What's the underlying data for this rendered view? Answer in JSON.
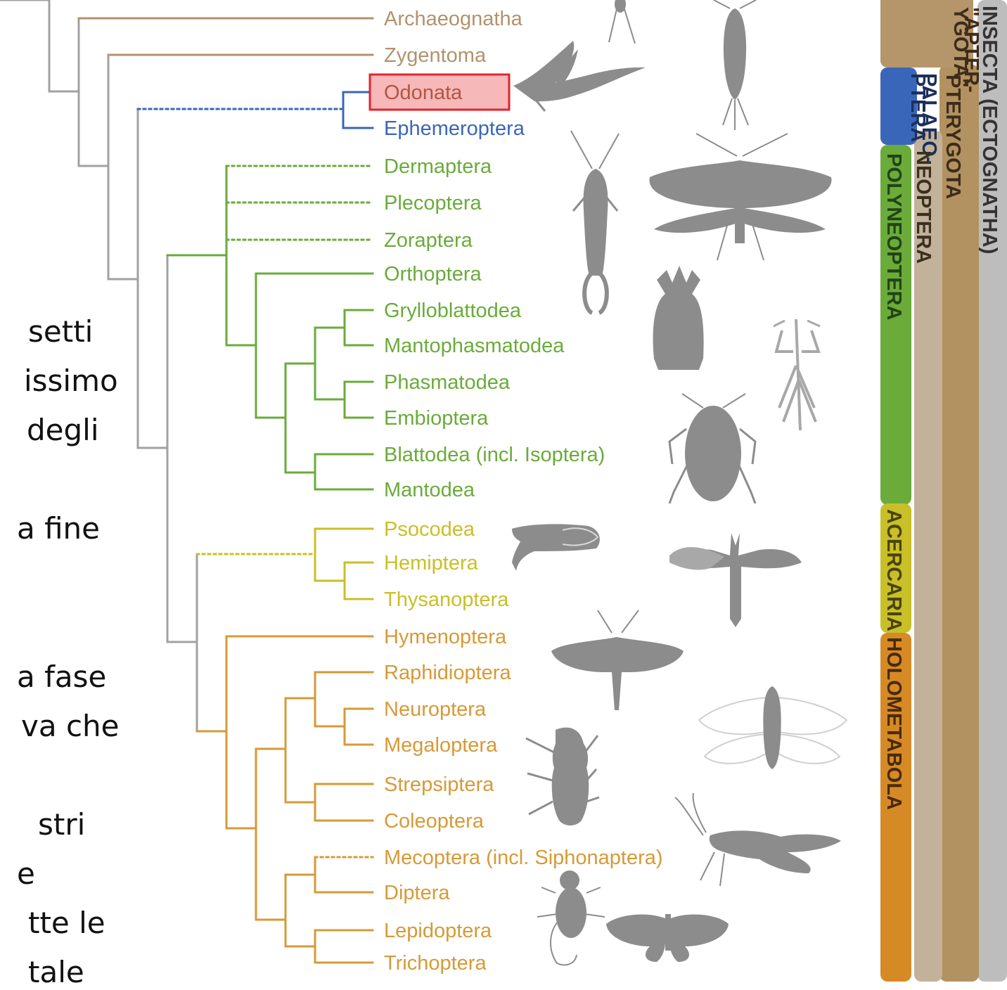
{
  "colors": {
    "gray": "#a1a1a1",
    "apterygota": "#b1936c",
    "palaeoptera": "#3a66b9",
    "polyneoptera": "#6aab3a",
    "acercaria": "#c9bf28",
    "holometabola": "#d69a37",
    "highlight_fill": "#f6b8b9",
    "highlight_border": "#e2232c"
  },
  "taxa": [
    {
      "name": "Archaeognatha",
      "group": "apterygota"
    },
    {
      "name": "Zygentoma",
      "group": "apterygota"
    },
    {
      "name": "Odonata",
      "group": "palaeoptera",
      "highlighted": true
    },
    {
      "name": "Ephemeroptera",
      "group": "palaeoptera"
    },
    {
      "name": "Dermaptera",
      "group": "polyneoptera"
    },
    {
      "name": "Plecoptera",
      "group": "polyneoptera"
    },
    {
      "name": "Zoraptera",
      "group": "polyneoptera"
    },
    {
      "name": "Orthoptera",
      "group": "polyneoptera"
    },
    {
      "name": "Grylloblattodea",
      "group": "polyneoptera"
    },
    {
      "name": "Mantophasmatodea",
      "group": "polyneoptera"
    },
    {
      "name": "Phasmatodea",
      "group": "polyneoptera"
    },
    {
      "name": "Embioptera",
      "group": "polyneoptera"
    },
    {
      "name": "Blattodea (incl. Isoptera)",
      "group": "polyneoptera"
    },
    {
      "name": "Mantodea",
      "group": "polyneoptera"
    },
    {
      "name": "Psocodea",
      "group": "acercaria"
    },
    {
      "name": "Hemiptera",
      "group": "acercaria"
    },
    {
      "name": "Thysanoptera",
      "group": "acercaria"
    },
    {
      "name": "Hymenoptera",
      "group": "holometabola"
    },
    {
      "name": "Raphidioptera",
      "group": "holometabola"
    },
    {
      "name": "Neuroptera",
      "group": "holometabola"
    },
    {
      "name": "Megaloptera",
      "group": "holometabola"
    },
    {
      "name": "Strepsiptera",
      "group": "holometabola"
    },
    {
      "name": "Coleoptera",
      "group": "holometabola"
    },
    {
      "name": "Mecoptera (incl. Siphonaptera)",
      "group": "holometabola"
    },
    {
      "name": "Diptera",
      "group": "holometabola"
    },
    {
      "name": "Lepidoptera",
      "group": "holometabola"
    },
    {
      "name": "Trichoptera",
      "group": "holometabola"
    }
  ],
  "bars": {
    "insecta": "INSECTA (ECTOGNATHA)",
    "apterygota_line1": "\"APTER-",
    "apterygota_line2": "YGOTA\"",
    "pterygota": "PTERYGOTA",
    "palaeoptera_line1": "PALAEO-",
    "palaeoptera_line2": "PTERA",
    "neoptera": "NEOPTERA",
    "polyneoptera": "POLYNEOPTERA",
    "acercaria": "ACERCARIA",
    "holometabola": "HOLOMETABOLA"
  },
  "side_text": [
    "setti",
    "issimo",
    "degli",
    "a fine",
    "a fase",
    "va che",
    "stri",
    "e",
    "tte le",
    "tale"
  ]
}
